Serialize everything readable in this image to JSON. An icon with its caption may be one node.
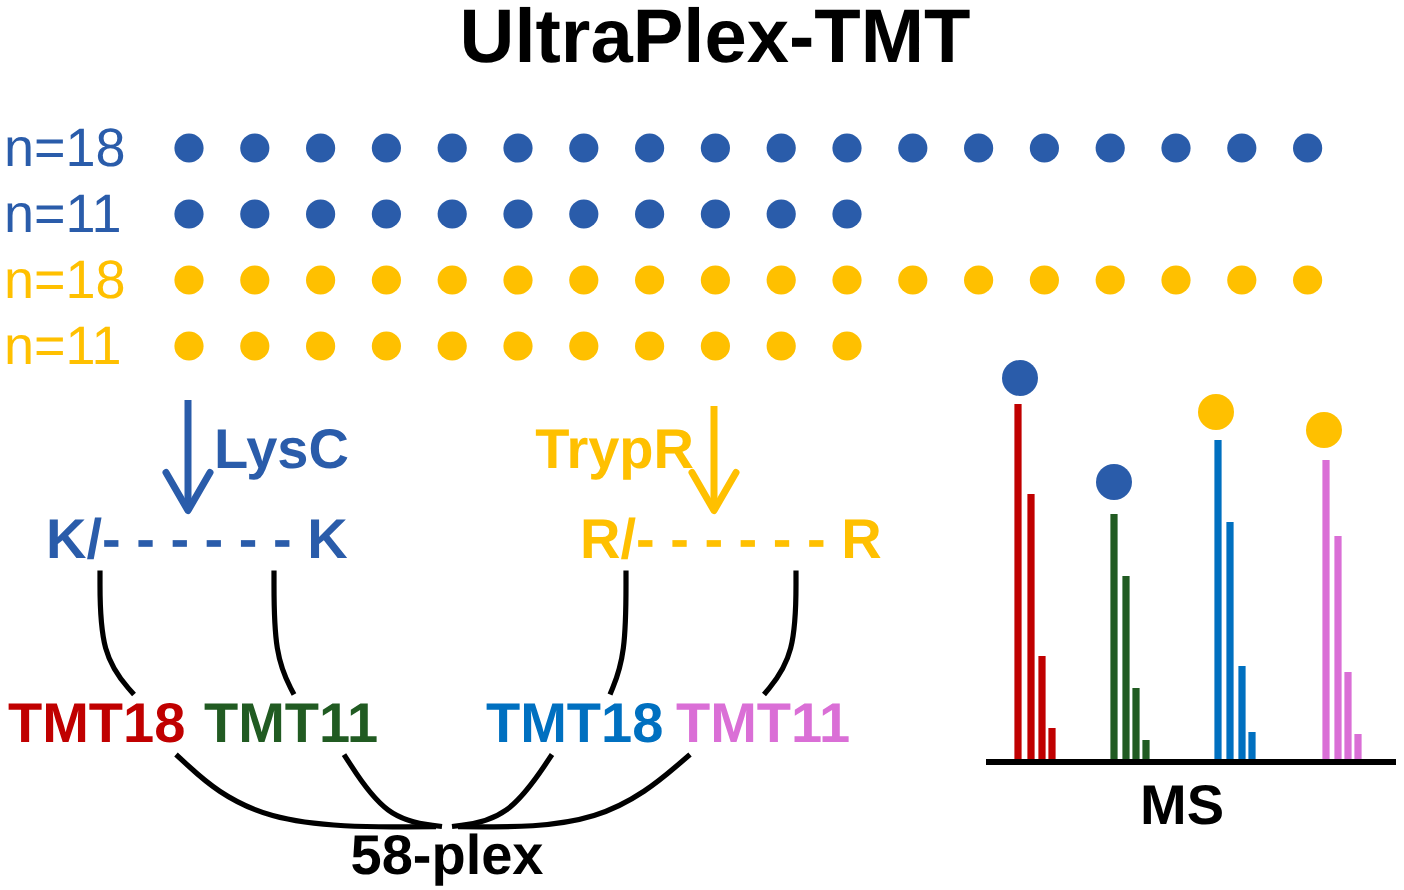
{
  "diagram": {
    "title": "UltraPlex-TMT",
    "nodes": [
      {
        "text": [
          "K/- - - - - - K"
        ]
      },
      {
        "text": [
          "R/- - - - - - R"
        ]
      },
      {
        "text": [
          "TMT18"
        ]
      },
      {
        "text": [
          "TMT11"
        ]
      },
      {
        "text": [
          "TMT18"
        ]
      },
      {
        "text": [
          "TMT11"
        ]
      },
      {
        "text": [
          "58-plex"
        ]
      }
    ],
    "edges": [
      {
        "from": null,
        "to": 0,
        "arrow": "to",
        "label": "LysC",
        "color": "#2a5caa"
      },
      {
        "from": null,
        "to": 1,
        "arrow": "to",
        "label": "TrypR",
        "color": "#ffc000"
      },
      {
        "from": 0,
        "to": 2,
        "arrow": "none"
      },
      {
        "from": 0,
        "to": 3,
        "arrow": "none"
      },
      {
        "from": 1,
        "to": 4,
        "arrow": "none"
      },
      {
        "from": 1,
        "to": 5,
        "arrow": "none"
      },
      {
        "from": 2,
        "to": 6,
        "arrow": "none"
      },
      {
        "from": 3,
        "to": 6,
        "arrow": "none"
      },
      {
        "from": 4,
        "to": 6,
        "arrow": "none"
      },
      {
        "from": 5,
        "to": 6,
        "arrow": "none"
      }
    ],
    "labels": [
      "n=18",
      "n=11",
      "n=18",
      "n=11",
      "MS"
    ]
  }
}
